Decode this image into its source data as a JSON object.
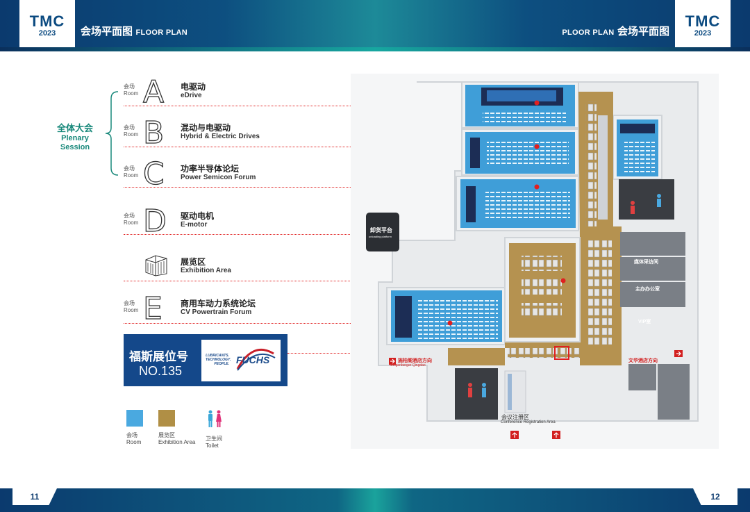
{
  "header": {
    "logo": {
      "name": "TMC",
      "year": "2023"
    },
    "left_title": {
      "zh": "会场平面图",
      "en": "FLOOR PLAN"
    },
    "right_title": {
      "en": "PLOOR PLAN",
      "zh": "会场平面图"
    }
  },
  "plenary": {
    "zh": "全体大会",
    "en1": "Plenary",
    "en2": "Session"
  },
  "rooms": [
    {
      "small1": "会场",
      "small2": "Room",
      "letter": "A",
      "zh": "电驱动",
      "en": "eDrive"
    },
    {
      "small1": "会场",
      "small2": "Room",
      "letter": "B",
      "zh": "混动与电驱动",
      "en": "Hybrid & Electric Drives"
    },
    {
      "small1": "会场",
      "small2": "Room",
      "letter": "C",
      "zh": "功率半导体论坛",
      "en": "Power Semicon Forum"
    },
    {
      "small1": "会场",
      "small2": "Room",
      "letter": "D",
      "zh": "驱动电机",
      "en": "E-motor"
    },
    {
      "small1": "",
      "small2": "",
      "letter": "",
      "zh": "展览区",
      "en": "Exhibition Area"
    },
    {
      "small1": "会场",
      "small2": "Room",
      "letter": "E",
      "zh": "商用车动力系统论坛",
      "en": "CV Powertrain Forum"
    }
  ],
  "fuchs": {
    "title": "福斯展位号",
    "number": "NO.135",
    "tagline": [
      "LUBRICANTS.",
      "TECHNOLOGY.",
      "PEOPLE."
    ],
    "brand": "FUCHS"
  },
  "legend": [
    {
      "color": "#4aa9e0",
      "zh": "会场",
      "en": "Room"
    },
    {
      "color": "#b08f45",
      "zh": "展览区",
      "en": "Exhibition Area"
    },
    {
      "color": "",
      "zh": "卫生间",
      "en": "Toilet"
    }
  ],
  "plan": {
    "unloading": {
      "zh": "卸货平台",
      "en": "unloading platform"
    },
    "media": "媒体采访间",
    "host_office": "主办办公室",
    "vip": "VIP室",
    "steigenberger": {
      "zh": "施柏阁酒店方向",
      "en": "Steigenberger Qingdao"
    },
    "wenhua": "文华酒店方向",
    "registration": {
      "zh": "会议注册区",
      "en": "Conference Registration Area"
    }
  },
  "footer": {
    "left_page": "11",
    "right_page": "12"
  },
  "colors": {
    "room_blue": "#4aa9e0",
    "exhibit_gold": "#b08f45",
    "brand_navy": "#14488a",
    "accent_teal": "#17887a",
    "line_red": "#e02020"
  }
}
